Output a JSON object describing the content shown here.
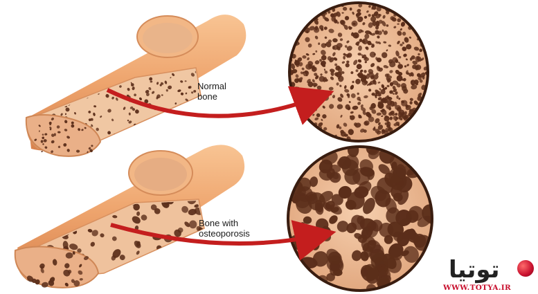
{
  "labels": {
    "normal": [
      "Normal",
      "bone"
    ],
    "osteoporosis": [
      "Bone with",
      "osteoporosis"
    ]
  },
  "watermark": {
    "logo_text": "توتیا",
    "url": "WWW.TOTYA.IR"
  },
  "colors": {
    "bone_light": "#f3c7a4",
    "bone_mid": "#e8a67a",
    "bone_dark": "#c97f52",
    "cortex": "#f1ae79",
    "pore": "#5b2e1a",
    "arrow": "#c41e1e"
  },
  "icons": [
    "globe-icon"
  ]
}
